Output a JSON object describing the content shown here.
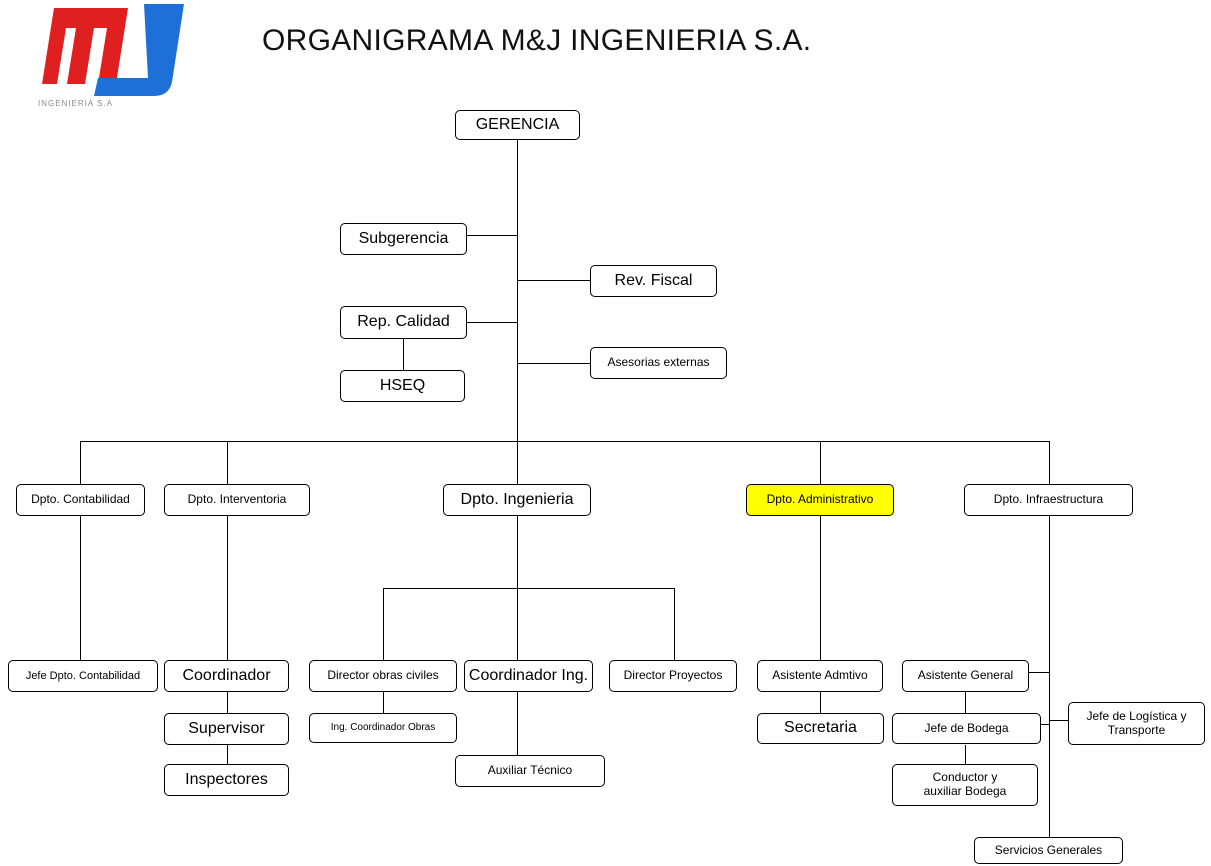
{
  "title": "ORGANIGRAMA M&J INGENIERIA S.A.",
  "logo": {
    "letters": "mJ",
    "caption": "INGENIERIA S.A"
  },
  "colors": {
    "highlight": "#ffff00",
    "logo_red": "#e02020",
    "logo_blue": "#1e6fd8",
    "line": "#000000"
  },
  "nodes": {
    "gerencia": "GERENCIA",
    "subgerencia": "Subgerencia",
    "rev_fiscal": "Rev. Fiscal",
    "rep_calidad": "Rep. Calidad",
    "hseq": "HSEQ",
    "asesorias": "Asesorias externas",
    "dpto_contabilidad": "Dpto. Contabilidad",
    "dpto_interventoria": "Dpto. Interventoria",
    "dpto_ingenieria": "Dpto. Ingenieria",
    "dpto_administrativo": "Dpto. Administrativo",
    "dpto_infraestructura": "Dpto. Infraestructura",
    "jefe_contabilidad": "Jefe Dpto. Contabilidad",
    "coordinador": "Coordinador",
    "supervisor": "Supervisor",
    "inspectores": "Inspectores",
    "director_obras": "Director obras civiles",
    "ing_coordinador_obras": "Ing. Coordinador Obras",
    "coordinador_ing": "Coordinador Ing.",
    "auxiliar_tecnico": "Auxiliar Técnico",
    "director_proyectos": "Director Proyectos",
    "asistente_admtivo": "Asistente Admtivo",
    "secretaria": "Secretaria",
    "asistente_general": "Asistente General",
    "jefe_bodega": "Jefe de Bodega",
    "conductor_line1": "Conductor y",
    "conductor_line2": "auxiliar Bodega",
    "jefe_logistica_line1": "Jefe de Logística y",
    "jefe_logistica_line2": "Transporte",
    "servicios_generales": "Servicios Generales"
  }
}
